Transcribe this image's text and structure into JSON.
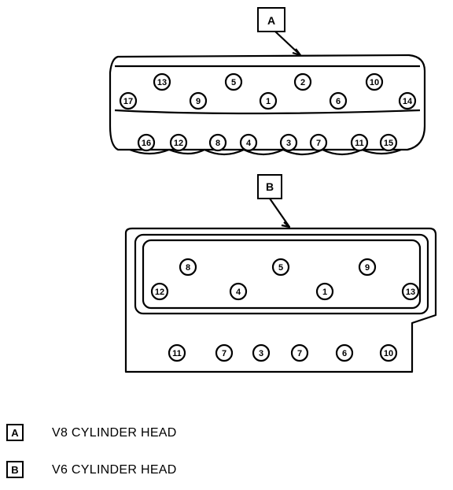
{
  "heads": {
    "a": {
      "callout": "A",
      "bolts": [
        {
          "id": "a-13",
          "label": "13"
        },
        {
          "id": "a-5",
          "label": "5"
        },
        {
          "id": "a-2",
          "label": "2"
        },
        {
          "id": "a-10",
          "label": "10"
        },
        {
          "id": "a-9",
          "label": "9"
        },
        {
          "id": "a-1",
          "label": "1"
        },
        {
          "id": "a-6",
          "label": "6"
        },
        {
          "id": "a-17",
          "label": "17"
        },
        {
          "id": "a-14",
          "label": "14"
        },
        {
          "id": "a-16",
          "label": "16"
        },
        {
          "id": "a-12",
          "label": "12"
        },
        {
          "id": "a-8",
          "label": "8"
        },
        {
          "id": "a-4",
          "label": "4"
        },
        {
          "id": "a-3",
          "label": "3"
        },
        {
          "id": "a-7",
          "label": "7"
        },
        {
          "id": "a-11",
          "label": "11"
        },
        {
          "id": "a-15",
          "label": "15"
        }
      ]
    },
    "b": {
      "callout": "B",
      "bolts": [
        {
          "id": "b-8",
          "label": "8"
        },
        {
          "id": "b-5",
          "label": "5"
        },
        {
          "id": "b-9",
          "label": "9"
        },
        {
          "id": "b-12",
          "label": "12"
        },
        {
          "id": "b-4",
          "label": "4"
        },
        {
          "id": "b-1",
          "label": "1"
        },
        {
          "id": "b-13",
          "label": "13"
        },
        {
          "id": "b-11",
          "label": "11"
        },
        {
          "id": "b-7a",
          "label": "7"
        },
        {
          "id": "b-3",
          "label": "3"
        },
        {
          "id": "b-7b",
          "label": "7"
        },
        {
          "id": "b-6",
          "label": "6"
        },
        {
          "id": "b-10",
          "label": "10"
        }
      ]
    }
  },
  "legend": [
    {
      "key": "A",
      "text": "V8 CYLINDER HEAD"
    },
    {
      "key": "B",
      "text": "V6 CYLINDER HEAD"
    }
  ]
}
